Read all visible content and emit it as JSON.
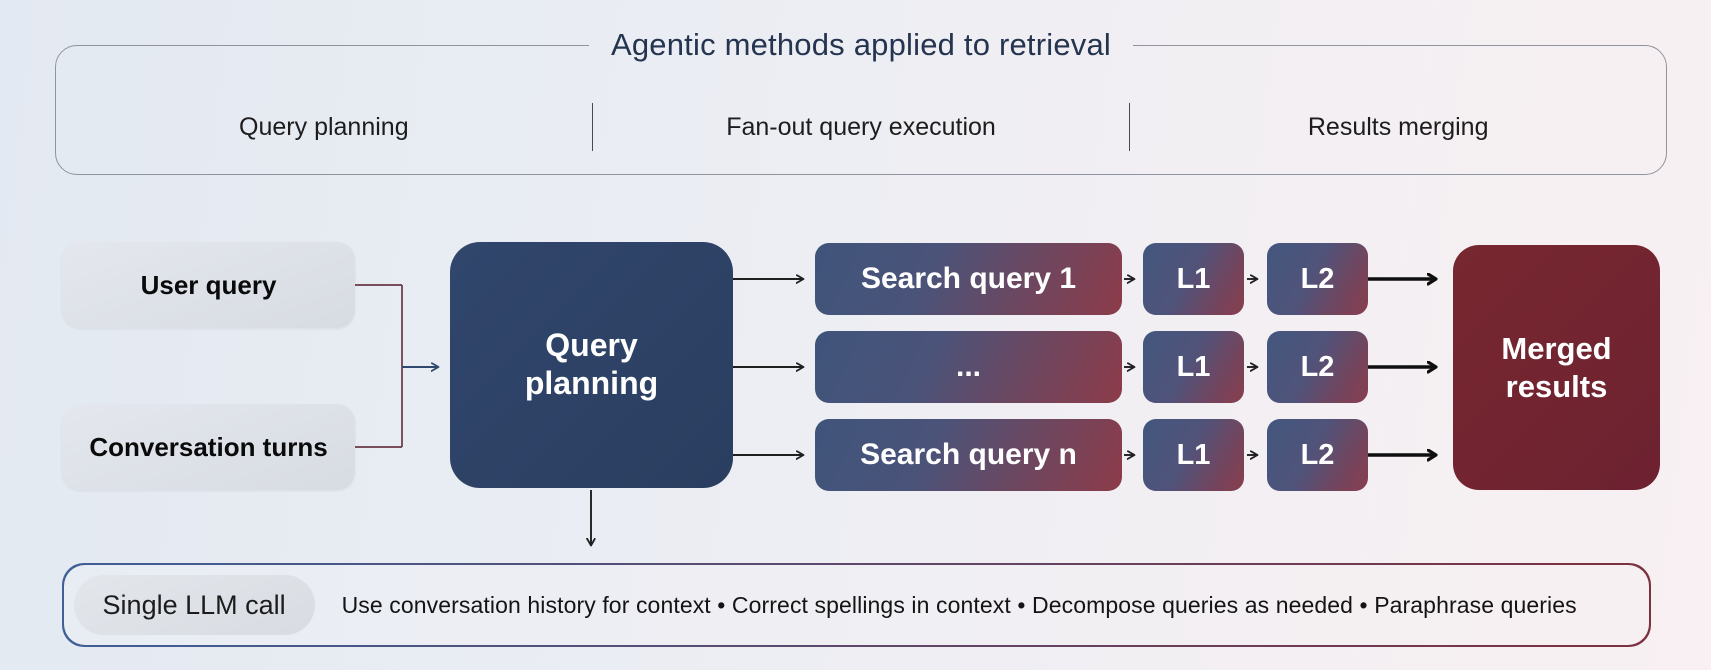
{
  "header": {
    "title": "Agentic methods applied to retrieval",
    "columns": [
      {
        "label": "Query planning"
      },
      {
        "label": "Fan-out query execution"
      },
      {
        "label": "Results merging"
      }
    ]
  },
  "flow": {
    "inputs": [
      {
        "label": "User query"
      },
      {
        "label": "Conversation turns"
      }
    ],
    "planner": {
      "label": "Query planning"
    },
    "rows": [
      {
        "query": "Search query 1",
        "l1": "L1",
        "l2": "L2"
      },
      {
        "query": "...",
        "l1": "L1",
        "l2": "L2"
      },
      {
        "query": "Search query n",
        "l1": "L1",
        "l2": "L2"
      }
    ],
    "merged": {
      "label": "Merged results"
    }
  },
  "footer": {
    "badge": "Single LLM call",
    "notes": [
      "Use conversation history for context",
      "Correct spellings in context",
      "Decompose queries as needed",
      "Paraphrase queries"
    ],
    "notes_text": "Use conversation history for context  •  Correct spellings in context  •  Decompose queries as needed  •  Paraphrase queries"
  },
  "colors": {
    "background_left": "#e3e9f2",
    "background_right": "#f8f0f2",
    "navy": "#2d4166",
    "maroon": "#6f2432",
    "gradient_blue": "#3f547b",
    "gradient_red": "#8d3b49",
    "header_border": "#8f949e",
    "title_text": "#25344f",
    "footer_border_left": "#3f5f96",
    "footer_border_right": "#7c3140"
  }
}
